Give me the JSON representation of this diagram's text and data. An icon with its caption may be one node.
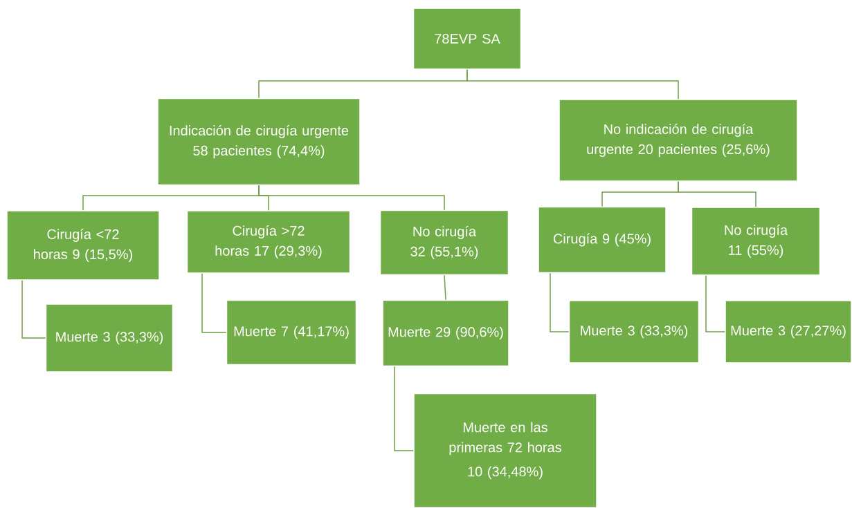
{
  "diagram": {
    "nodes": [
      {
        "text": [
          "78EVP SA"
        ]
      },
      {
        "text": [
          "Indicación de cirugía urgente 58 pacientes (74,4%)"
        ]
      },
      {
        "text": [
          "No indicación de cirugía urgente 20 pacientes (25,6%)"
        ]
      },
      {
        "text": [
          "Cirugía <72 horas 9 (15,5%)"
        ]
      },
      {
        "text": [
          "Cirugía >72 horas 17 (29,3%)"
        ]
      },
      {
        "text": [
          "No cirugía 32 (55,1%)"
        ]
      },
      {
        "text": [
          "Cirugía 9 (45%)"
        ]
      },
      {
        "text": [
          "No cirugía 11 (55%)"
        ]
      },
      {
        "text": [
          "Muerte 3 (33,3%)"
        ]
      },
      {
        "text": [
          "Muerte 7 (41,17%)"
        ]
      },
      {
        "text": [
          "Muerte 29 (90,6%)"
        ]
      },
      {
        "text": [
          "Muerte en las primeras 72 horas",
          "10 (34,48%)"
        ]
      },
      {
        "text": [
          "Muerte 3 (33,3%)"
        ]
      },
      {
        "text": [
          "Muerte 3 (27,27%)"
        ]
      }
    ],
    "edges": [
      {
        "from": 0,
        "to": 1,
        "arrow": "none"
      },
      {
        "from": 0,
        "to": 2,
        "arrow": "none"
      },
      {
        "from": 1,
        "to": 3,
        "arrow": "none"
      },
      {
        "from": 1,
        "to": 4,
        "arrow": "none"
      },
      {
        "from": 1,
        "to": 5,
        "arrow": "none"
      },
      {
        "from": 2,
        "to": 6,
        "arrow": "none"
      },
      {
        "from": 2,
        "to": 7,
        "arrow": "none"
      },
      {
        "from": 3,
        "to": 8,
        "arrow": "none"
      },
      {
        "from": 4,
        "to": 9,
        "arrow": "none"
      },
      {
        "from": 5,
        "to": 10,
        "arrow": "none"
      },
      {
        "from": 10,
        "to": 11,
        "arrow": "none"
      },
      {
        "from": 6,
        "to": 12,
        "arrow": "none"
      },
      {
        "from": 7,
        "to": 13,
        "arrow": "none"
      }
    ]
  }
}
